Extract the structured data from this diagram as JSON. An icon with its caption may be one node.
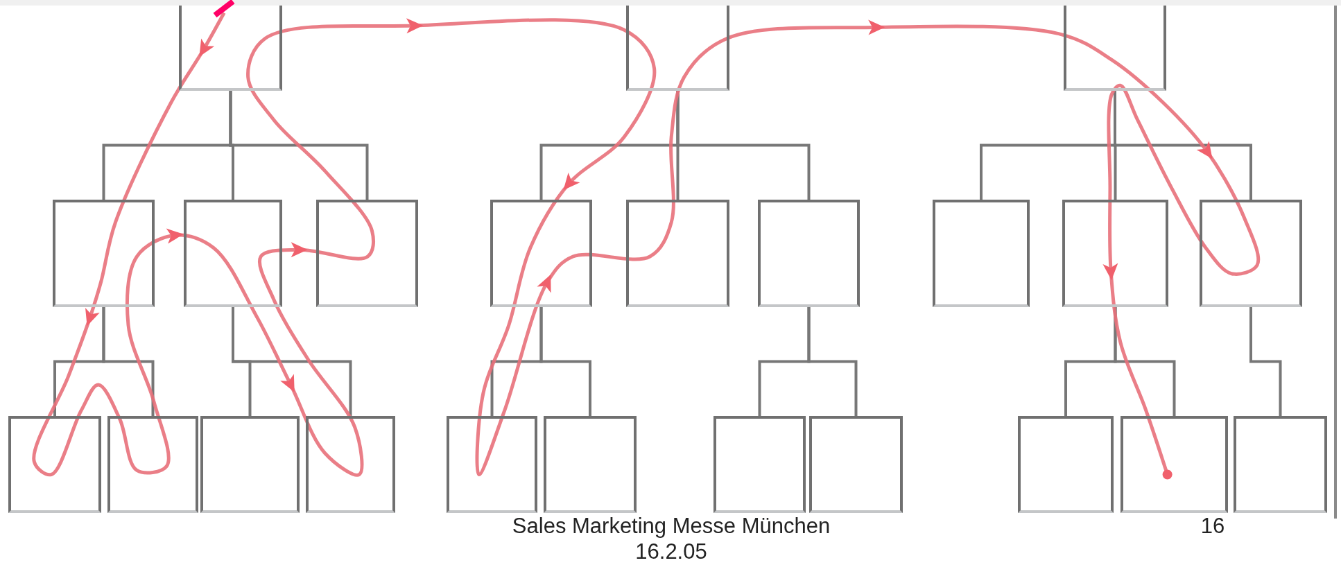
{
  "diagram": {
    "nodes": [
      {
        "text": [],
        "shape": "box"
      },
      {
        "text": [],
        "shape": "box"
      },
      {
        "text": [],
        "shape": "box"
      },
      {
        "text": [],
        "shape": "box"
      },
      {
        "text": [],
        "shape": "box"
      },
      {
        "text": [],
        "shape": "box"
      },
      {
        "text": [],
        "shape": "box"
      },
      {
        "text": [],
        "shape": "box"
      },
      {
        "text": [],
        "shape": "box"
      },
      {
        "text": [],
        "shape": "box"
      },
      {
        "text": [],
        "shape": "box"
      },
      {
        "text": [],
        "shape": "box"
      },
      {
        "text": [],
        "shape": "box"
      },
      {
        "text": [],
        "shape": "box"
      },
      {
        "text": [],
        "shape": "box"
      },
      {
        "text": [],
        "shape": "box"
      },
      {
        "text": [],
        "shape": "box"
      },
      {
        "text": [],
        "shape": "box"
      },
      {
        "text": [],
        "shape": "box"
      },
      {
        "text": [],
        "shape": "box"
      },
      {
        "text": [],
        "shape": "box"
      },
      {
        "text": [],
        "shape": "box"
      },
      {
        "text": [],
        "shape": "box"
      }
    ],
    "edges": [
      {
        "from": 0,
        "to": 1,
        "arrow": "none"
      },
      {
        "from": 0,
        "to": 2,
        "arrow": "none"
      },
      {
        "from": 0,
        "to": 3,
        "arrow": "none"
      },
      {
        "from": 1,
        "to": 4,
        "arrow": "none"
      },
      {
        "from": 1,
        "to": 5,
        "arrow": "none"
      },
      {
        "from": 2,
        "to": 6,
        "arrow": "none"
      },
      {
        "from": 2,
        "to": 7,
        "arrow": "none"
      },
      {
        "from": 8,
        "to": 9,
        "arrow": "none"
      },
      {
        "from": 8,
        "to": 10,
        "arrow": "none"
      },
      {
        "from": 8,
        "to": 11,
        "arrow": "none"
      },
      {
        "from": 9,
        "to": 12,
        "arrow": "none"
      },
      {
        "from": 9,
        "to": 13,
        "arrow": "none"
      },
      {
        "from": 11,
        "to": 14,
        "arrow": "none"
      },
      {
        "from": 11,
        "to": 15,
        "arrow": "none"
      },
      {
        "from": 16,
        "to": 17,
        "arrow": "none"
      },
      {
        "from": 16,
        "to": 18,
        "arrow": "none"
      },
      {
        "from": 16,
        "to": 19,
        "arrow": "none"
      },
      {
        "from": 18,
        "to": 20,
        "arrow": "none"
      },
      {
        "from": 18,
        "to": 21,
        "arrow": "none"
      },
      {
        "from": 19,
        "to": 22,
        "arrow": "none"
      }
    ],
    "labels": [
      "Sales Marketing Messe München",
      "16",
      "16.2.05"
    ]
  }
}
